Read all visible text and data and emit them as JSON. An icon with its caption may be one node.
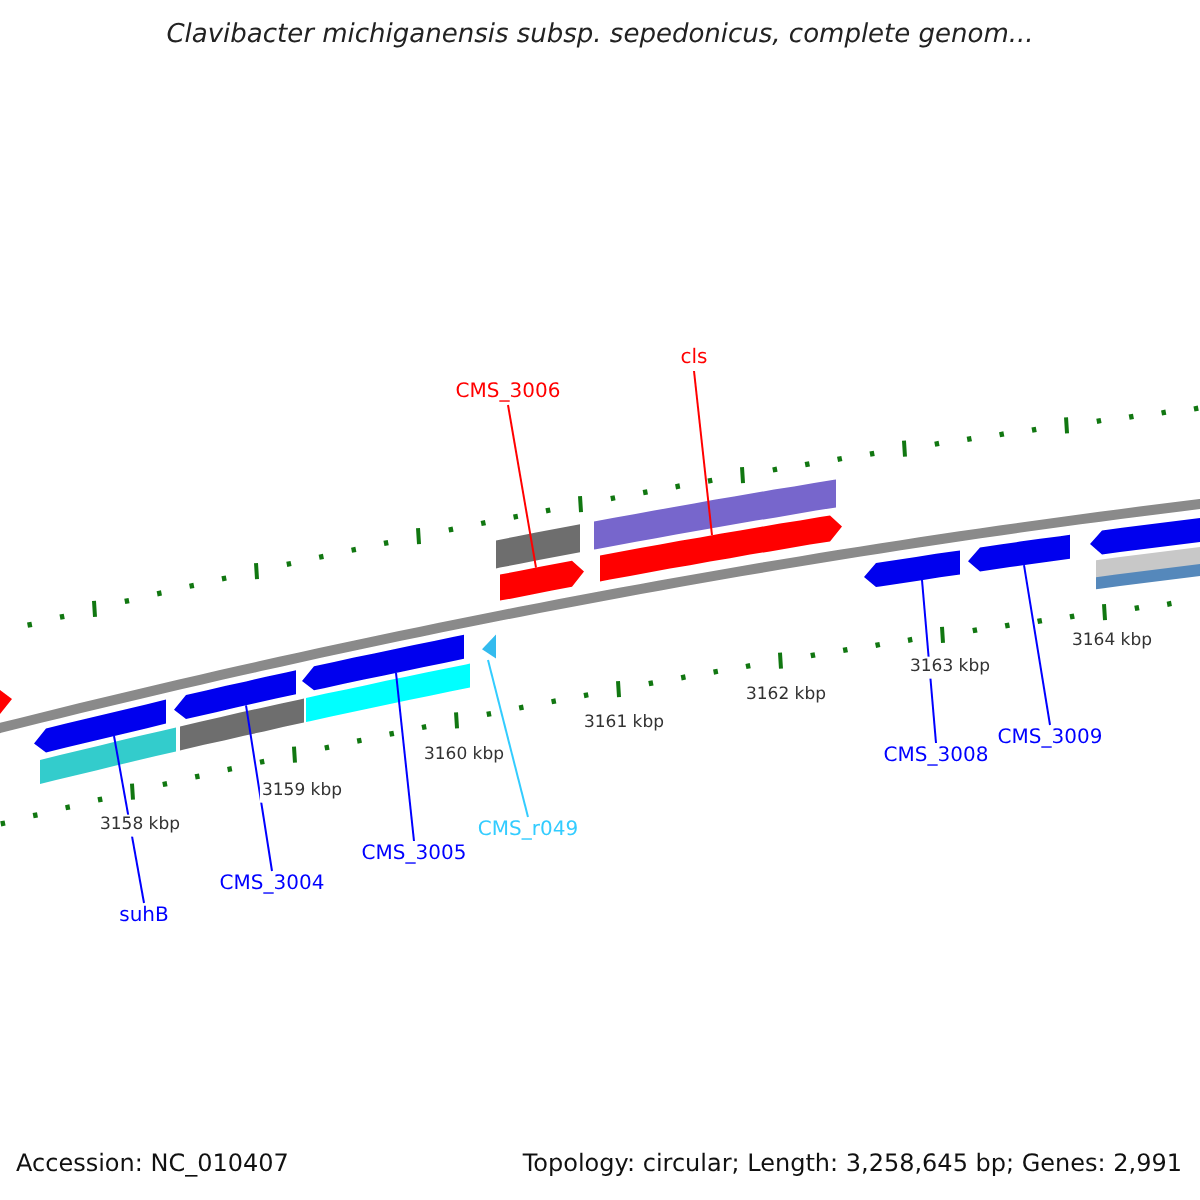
{
  "diagram": {
    "title": "Clavibacter michiganensis subsp. sepedonicus, complete genom...",
    "nodes": [
      {
        "text": [
          "CMS_3006"
        ]
      },
      {
        "text": [],
        "shape": "arrow"
      },
      {
        "text": [
          "cls"
        ]
      },
      {
        "text": [],
        "shape": "arrow"
      },
      {
        "text": [
          "CMS_3008"
        ]
      },
      {
        "text": [],
        "shape": "arrow"
      },
      {
        "text": [
          "CMS_3009"
        ]
      },
      {
        "text": [],
        "shape": "arrow"
      },
      {
        "text": [
          "CMS_3005"
        ]
      },
      {
        "text": [],
        "shape": "arrow"
      },
      {
        "text": [
          "CMS_r049"
        ]
      },
      {
        "text": [],
        "shape": "triangle"
      },
      {
        "text": [
          "CMS_3004"
        ]
      },
      {
        "text": [],
        "shape": "arrow"
      },
      {
        "text": [
          "suhB"
        ]
      },
      {
        "text": [],
        "shape": "arrow"
      },
      {
        "text": [],
        "shape": "arrow"
      },
      {
        "text": [],
        "shape": "bar"
      },
      {
        "text": [],
        "shape": "bar"
      },
      {
        "text": [],
        "shape": "bar"
      },
      {
        "text": [],
        "shape": "bar"
      },
      {
        "text": [],
        "shape": "bar"
      },
      {
        "text": [],
        "shape": "bar"
      },
      {
        "text": [],
        "shape": "bar"
      },
      {
        "text": [],
        "shape": "arrow"
      }
    ],
    "edges": [
      {
        "from": 0,
        "to": 1,
        "arrow": "none",
        "color": "#ff0000"
      },
      {
        "from": 2,
        "to": 3,
        "arrow": "none",
        "color": "#ff0000"
      },
      {
        "from": 4,
        "to": 5,
        "arrow": "none"
      },
      {
        "from": 6,
        "to": 7,
        "arrow": "none"
      },
      {
        "from": 8,
        "to": 9,
        "arrow": "none"
      },
      {
        "from": 10,
        "to": 11,
        "arrow": "none",
        "color": "#33ccff"
      },
      {
        "from": 12,
        "to": 13,
        "arrow": "none"
      },
      {
        "from": 14,
        "to": 15,
        "arrow": "none"
      }
    ],
    "labels": [
      "3158 kbp",
      "3159 kbp",
      "3160 kbp",
      "3161 kbp",
      "3162 kbp",
      "3163 kbp",
      "3164 kbp",
      "Accession: NC_010407",
      "Topology: circular; Length: 3,258,645 bp; Genes: 2,991"
    ]
  }
}
